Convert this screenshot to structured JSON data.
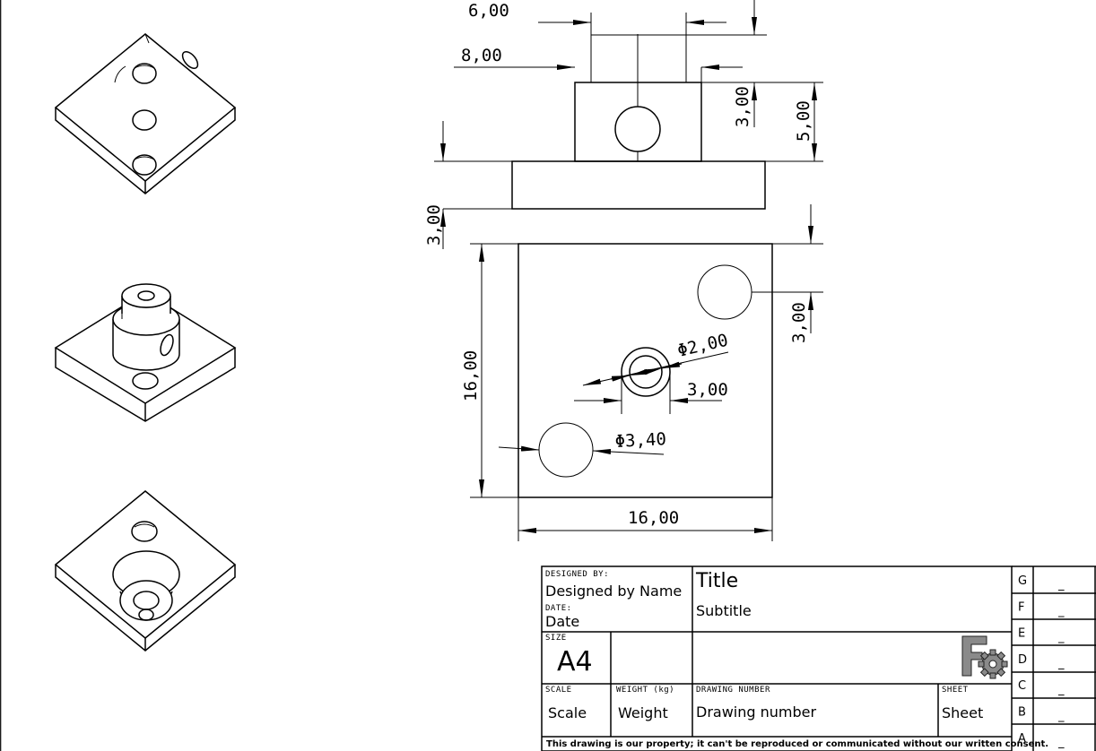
{
  "dimensions": {
    "d_6_00": "6,00",
    "d_8_00": "8,00",
    "d_3_00_boss": "3,00",
    "d_5_00": "5,00",
    "d_3_00_base": "3,00",
    "d_16_00_v": "16,00",
    "d_3_00_hole": "3,00",
    "d_dia_2_00": "Φ2,00",
    "d_3_00_boss_w": "3,00",
    "d_dia_3_40": "Φ3,40",
    "d_16_00_h": "16,00"
  },
  "title_block": {
    "designed_by_label": "DESIGNED BY:",
    "designed_by": "Designed by Name",
    "date_label": "DATE:",
    "date": "Date",
    "size_label": "SIZE",
    "size": "A4",
    "scale_label": "SCALE",
    "scale": "Scale",
    "weight_label": "WEIGHT (kg)",
    "weight": "Weight",
    "drawing_number_label": "DRAWING NUMBER",
    "drawing_number": "Drawing number",
    "sheet_label": "SHEET",
    "sheet": "Sheet",
    "title": "Title",
    "subtitle": "Subtitle",
    "legal": "This drawing is our property; it can't be reproduced or communicated without our written consent.",
    "logo": "freecad-logo-icon"
  },
  "revisions": [
    {
      "letter": "G",
      "value": "_"
    },
    {
      "letter": "F",
      "value": "_"
    },
    {
      "letter": "E",
      "value": "_"
    },
    {
      "letter": "D",
      "value": "_"
    },
    {
      "letter": "C",
      "value": "_"
    },
    {
      "letter": "B",
      "value": "_"
    },
    {
      "letter": "A",
      "value": "_"
    }
  ]
}
